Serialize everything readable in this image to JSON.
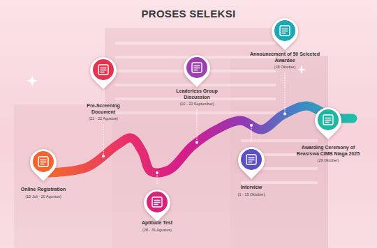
{
  "diagram": {
    "title": "PROSES SELEKSI",
    "nodes": [
      {
        "text": [
          "Online Registration",
          "(15 Juli - 20 Agustus)"
        ]
      },
      {
        "text": [
          "Pre-Screening Document",
          "(21 - 22 Agustus)"
        ]
      },
      {
        "text": [
          "Aptitude Test",
          "(28 - 31 Agustus)"
        ]
      },
      {
        "text": [
          "Leaderless Group Discussion",
          "(10 - 20 September)"
        ]
      },
      {
        "text": [
          "Interview",
          "(1 - 15 Oktober)"
        ]
      },
      {
        "text": [
          "Announcement of 50 Selected Awardee",
          "(18 Oktober)"
        ]
      },
      {
        "text": [
          "Awarding Ceremony of Beasiswa CIMB Niaga 2025",
          "(29 Oktober)"
        ]
      }
    ]
  }
}
